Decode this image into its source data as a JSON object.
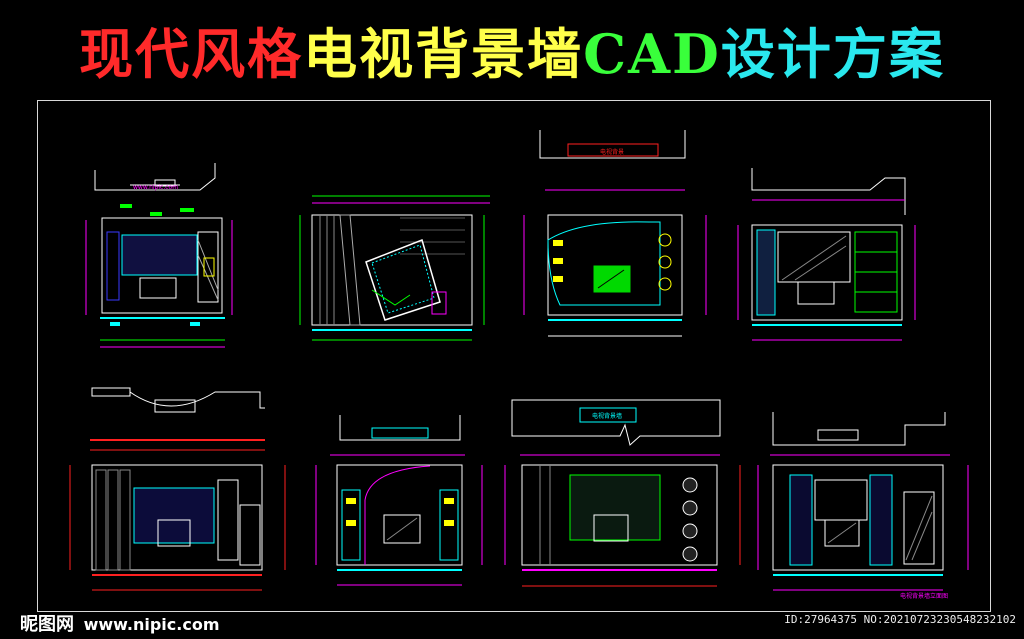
{
  "title": {
    "segments": [
      {
        "text": "现代风格",
        "color": "#ff2a2a"
      },
      {
        "text": "电视背景墙",
        "color": "#ffff4a"
      },
      {
        "text": "CAD",
        "color": "#39ff3b"
      },
      {
        "text": "设计方案",
        "color": "#2ae8ee"
      }
    ]
  },
  "drawings": {
    "label_tv_wall": "电视背景墙",
    "label_top_bar": "电视背景",
    "label_small": "电视背景墙立面图"
  },
  "watermark": {
    "logo": "昵图网",
    "url": "www.nipic.com",
    "id_text": "ID:27964375 NO:20210723230548232102"
  },
  "colors": {
    "background": "#000000",
    "frame": "#d8d8d8",
    "cyan": "#00ffff",
    "magenta": "#ff00ff",
    "green": "#00ff00",
    "red": "#ff2020",
    "white": "#ffffff",
    "yellow": "#ffff00",
    "blue": "#3a3aff"
  }
}
